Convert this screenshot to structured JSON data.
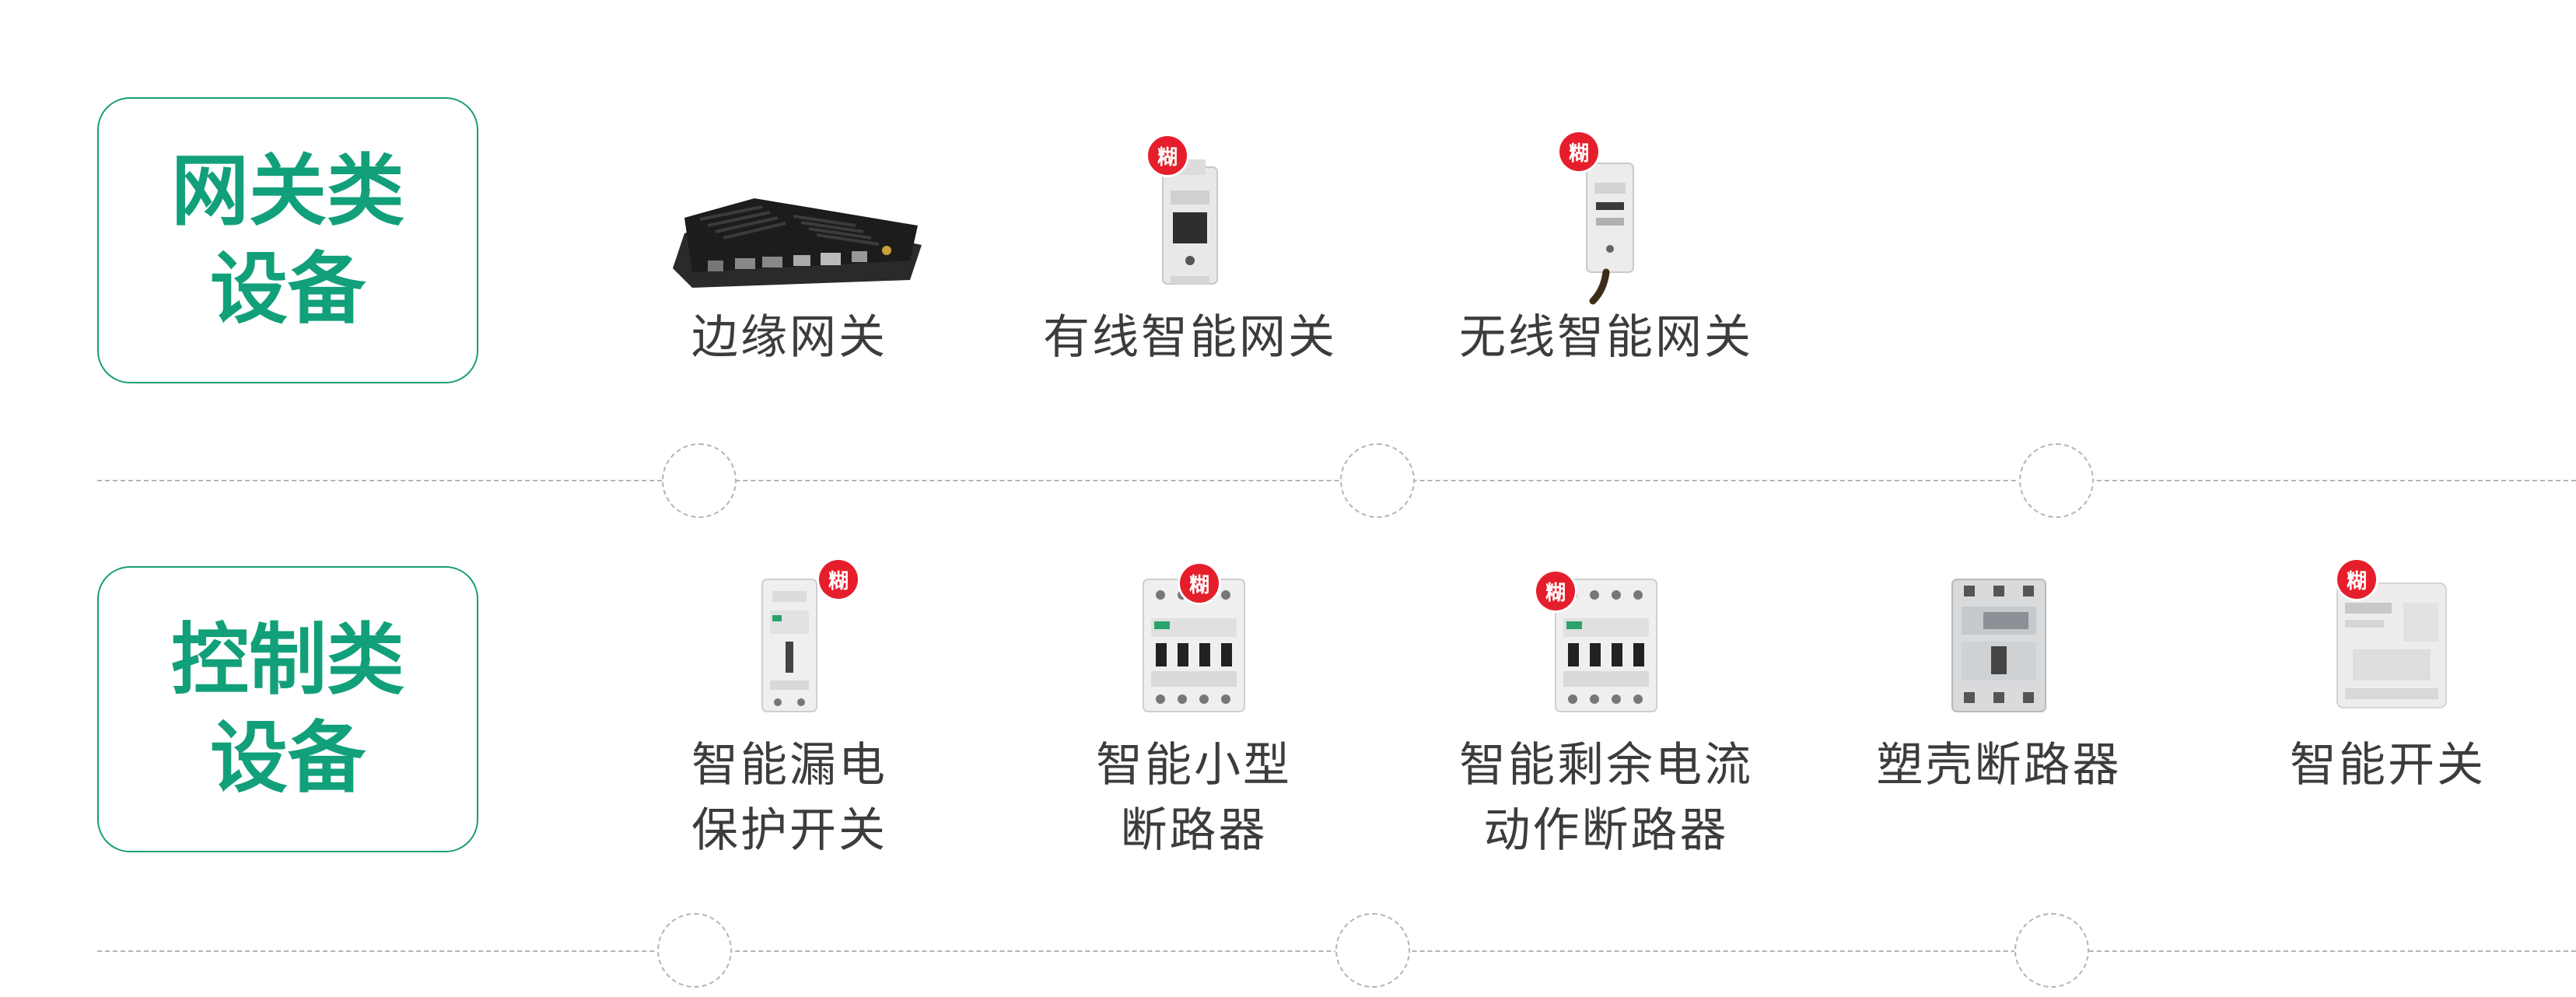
{
  "colors": {
    "accent": "#12a07a",
    "badge": "#e61e2b",
    "divider": "#b5b5b5",
    "text": "#3c3c3c"
  },
  "categories": [
    {
      "title_lines": [
        "网关类",
        "设备"
      ],
      "products": [
        {
          "label_lines": [
            "边缘网关"
          ],
          "badge": "",
          "icon": "edge-gateway-box"
        },
        {
          "label_lines": [
            "有线智能网关"
          ],
          "badge": "糊",
          "icon": "din-rail-module"
        },
        {
          "label_lines": [
            "无线智能网关"
          ],
          "badge": "糊",
          "icon": "din-module-antenna"
        }
      ]
    },
    {
      "title_lines": [
        "控制类",
        "设备"
      ],
      "products": [
        {
          "label_lines": [
            "智能漏电",
            "保护开关"
          ],
          "badge": "糊",
          "icon": "rcbo-breaker"
        },
        {
          "label_lines": [
            "智能小型",
            "断路器"
          ],
          "badge": "糊",
          "icon": "mcb-4pole"
        },
        {
          "label_lines": [
            "智能剩余电流",
            "动作断路器"
          ],
          "badge": "糊",
          "icon": "rccb-4pole"
        },
        {
          "label_lines": [
            "塑壳断路器"
          ],
          "badge": "",
          "icon": "mccb-breaker"
        },
        {
          "label_lines": [
            "智能开关"
          ],
          "badge": "糊",
          "icon": "smart-switch"
        }
      ]
    }
  ]
}
